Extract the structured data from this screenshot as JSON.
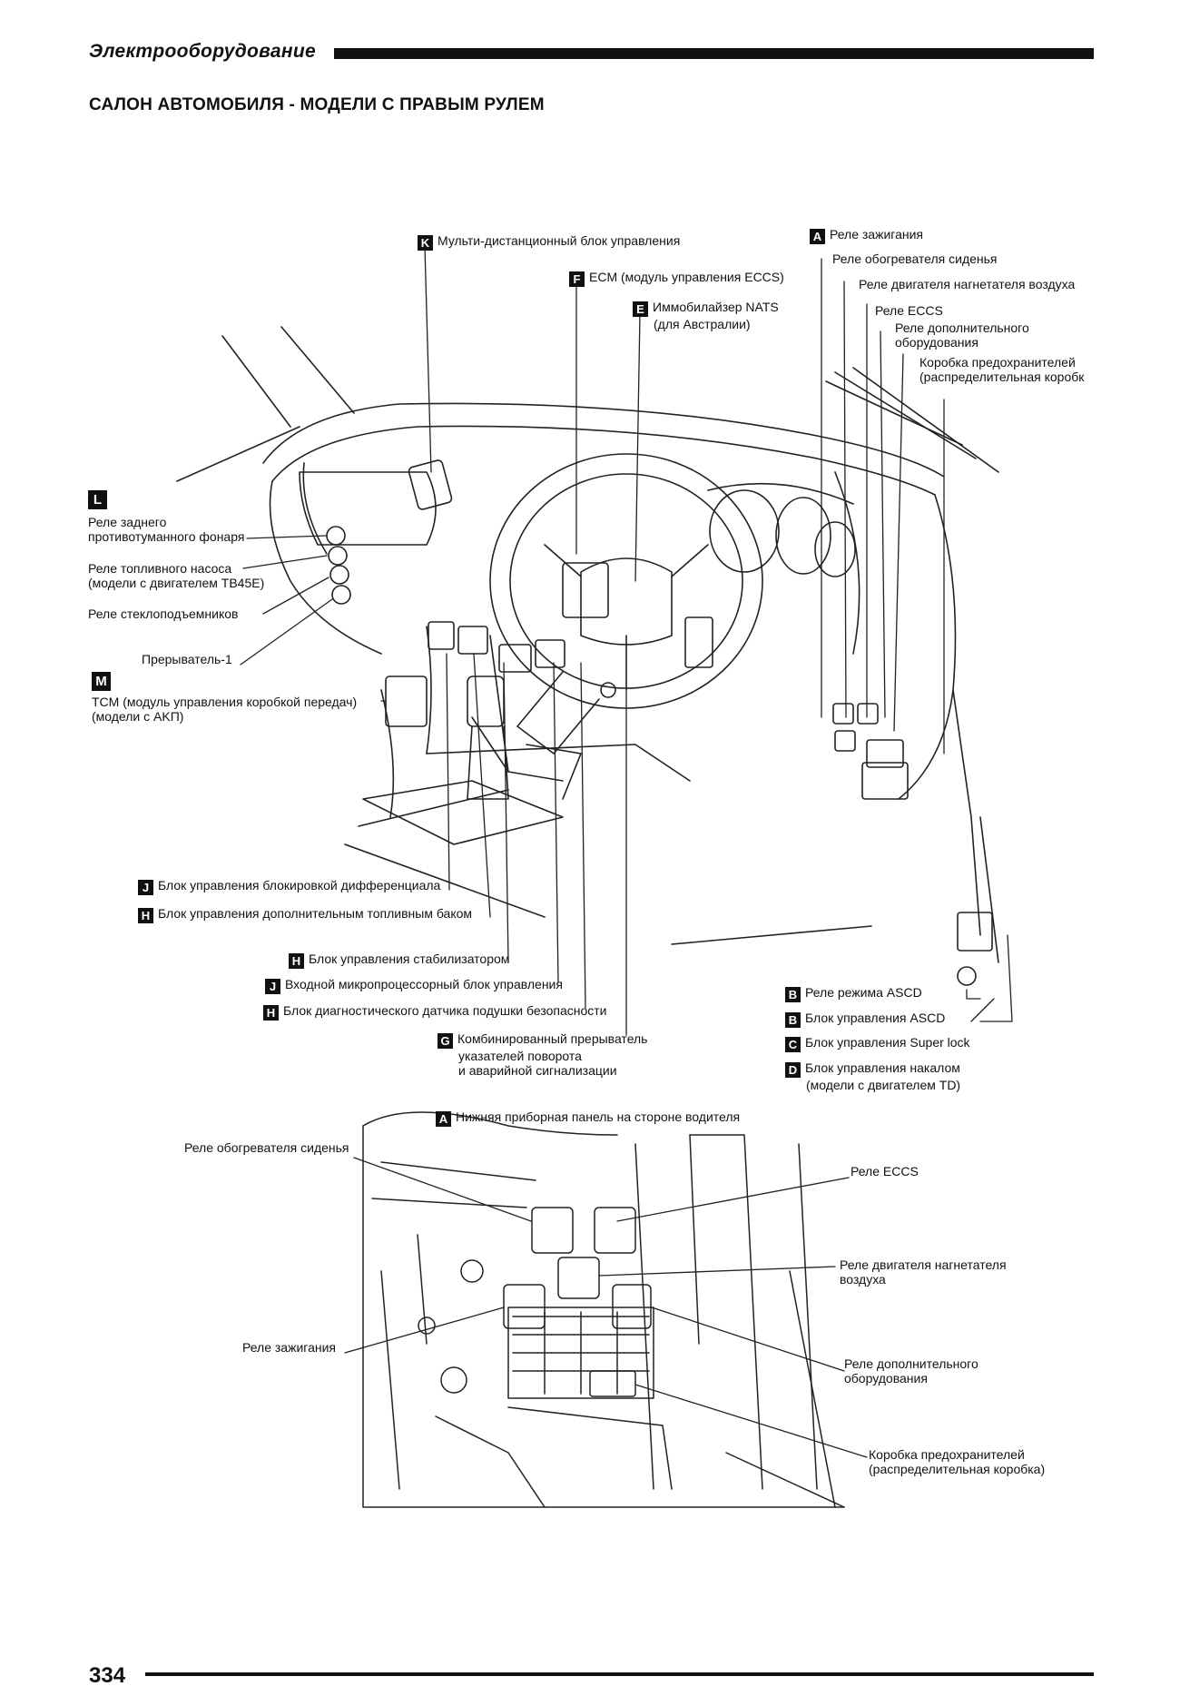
{
  "header": {
    "section": "Электрооборудование",
    "title": "САЛОН АВТОМОБИЛЯ - МОДЕЛИ С ПРАВЫМ РУЛЕМ"
  },
  "top_labels": {
    "k_multi": {
      "badge": "K",
      "text": "Мульти-дистанционный блок управления"
    },
    "f_ecm": {
      "badge": "F",
      "text": "ECM (модуль управления ECCS)"
    },
    "e_nats": {
      "badge": "E",
      "line1": "Иммобилайзер NATS",
      "line2": "(для Австралии)"
    },
    "a_ignition": {
      "badge": "A",
      "text": "Реле зажигания"
    },
    "seat_heater": "Реле обогревателя сиденья",
    "blower": "Реле двигателя нагнетателя воздуха",
    "eccs": "Реле ECCS",
    "aux_equipment": {
      "line1": "Реле дополнительного",
      "line2": "оборудования"
    },
    "fuse_box": {
      "line1": "Коробка предохранителей",
      "line2": "(распределительная коробк"
    }
  },
  "left_labels": {
    "l_badge": "L",
    "rear_fog": {
      "line1": "Реле заднего",
      "line2": "противотуманного фонаря"
    },
    "fuel_pump": {
      "line1": "Реле топливного насоса",
      "line2": "(модели с двигателем TB45E)"
    },
    "windows": "Реле стеклоподъемников",
    "breaker": "Прерыватель-1",
    "m_badge": "M",
    "tcm": {
      "line1": "TCM (модуль управления коробкой передач)",
      "line2": "(модели с AKП)"
    }
  },
  "bottom_left_labels": {
    "j_diff": {
      "badge": "J",
      "text": "Блок управления блокировкой дифференциала"
    },
    "h_subtank": {
      "badge": "H",
      "text": "Блок управления дополнительным топливным баком"
    },
    "h_stabilizer": {
      "badge": "H",
      "text": "Блок управления стабилизатором"
    },
    "j_micro": {
      "badge": "J",
      "text": "Входной микропроцессорный блок управления"
    },
    "h_airbag": {
      "badge": "H",
      "text": "Блок диагностического датчика подушки безопасности"
    },
    "g_combo": {
      "badge": "G",
      "line1": "Комбинированный прерыватель",
      "line2": "указателей поворота",
      "line3": "и аварийной сигнализации"
    }
  },
  "bottom_right_labels": {
    "b_ascd_relay": {
      "badge": "B",
      "text": "Реле режима ASCD"
    },
    "b_ascd_unit": {
      "badge": "B",
      "text": "Блок управления ASCD"
    },
    "c_superlock": {
      "badge": "C",
      "text": "Блок управления Super lock"
    },
    "d_glow": {
      "badge": "D",
      "line1": "Блок управления накалом",
      "line2": "(модели с двигателем TD)"
    }
  },
  "detail": {
    "title": {
      "badge": "A",
      "text": "Нижняя приборная панель на стороне водителя"
    },
    "seat_heater": "Реле обогревателя сиденья",
    "eccs": "Реле ECCS",
    "blower": {
      "line1": "Реле двигателя нагнетателя",
      "line2": "воздуха"
    },
    "ignition": "Реле зажигания",
    "aux_equipment": {
      "line1": "Реле дополнительного",
      "line2": "оборудования"
    },
    "fuse_box": {
      "line1": "Коробка предохранителей",
      "line2": "(распределительная коробка)"
    }
  },
  "footer": {
    "page_number": "334"
  }
}
